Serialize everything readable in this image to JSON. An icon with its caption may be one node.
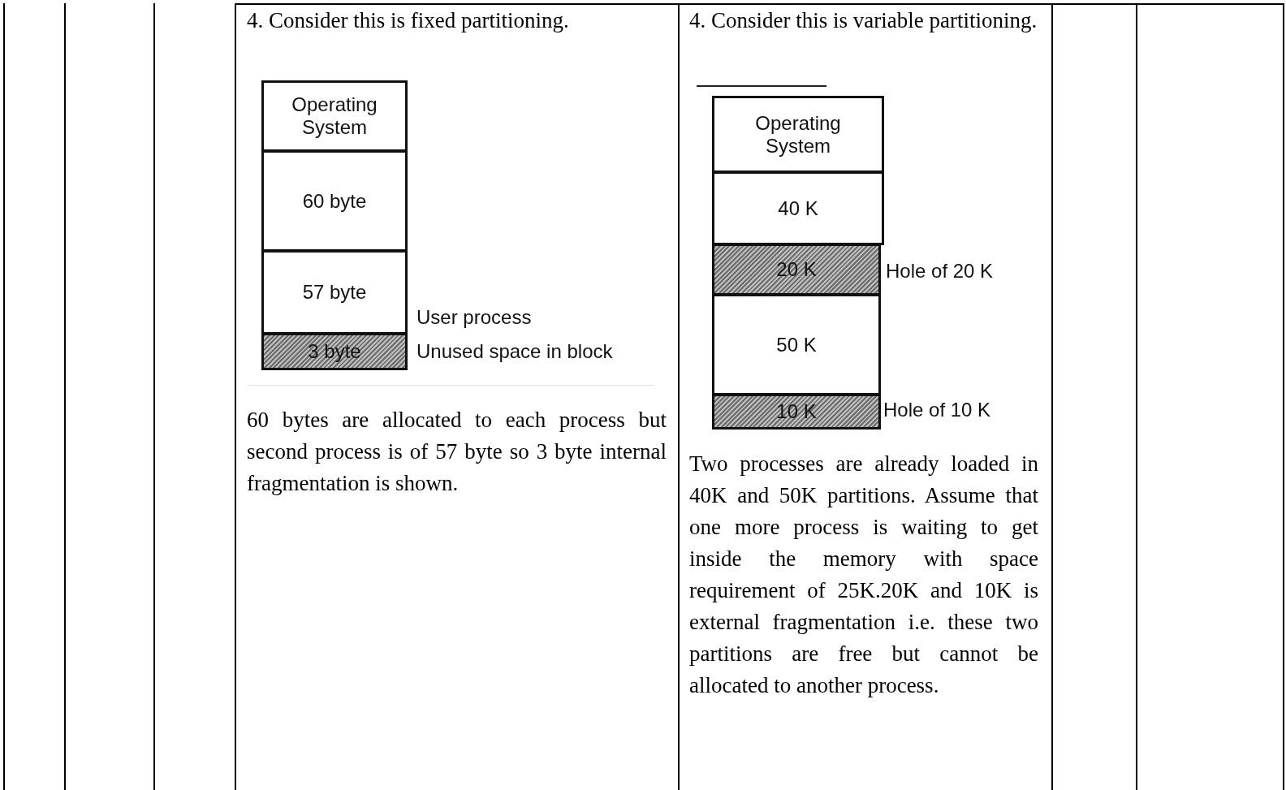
{
  "diagram": {
    "nodes": [
      {
        "text": [
          "Operating System"
        ]
      },
      {
        "text": [
          "60 byte"
        ]
      },
      {
        "text": [
          "57 byte"
        ],
        "beside": [
          "User process"
        ]
      },
      {
        "text": [
          "3 byte"
        ],
        "beside": [
          "Unused space in block"
        ]
      },
      {
        "text": [
          "Operating System"
        ]
      },
      {
        "text": [
          "40 K"
        ]
      },
      {
        "text": [
          "20 K"
        ],
        "beside": [
          "Hole of 20 K"
        ]
      },
      {
        "text": [
          "50 K"
        ]
      },
      {
        "text": [
          "10 K"
        ],
        "beside": [
          "Hole of 10 K"
        ]
      }
    ],
    "edges": [],
    "labels": [
      "4. Consider this is fixed partitioning.",
      "60 bytes are allocated to each process but second process is of 57 byte so 3 byte internal fragmentation is shown.",
      "4. Consider this is variable partitioning.",
      "Two processes are already loaded in 40K and 50K partitions. Assume that one more process is waiting to get inside the memory with space requirement of 25K.20K and 10K is external fragmentation i.e. these two partitions are free but cannot be allocated to another process."
    ]
  }
}
